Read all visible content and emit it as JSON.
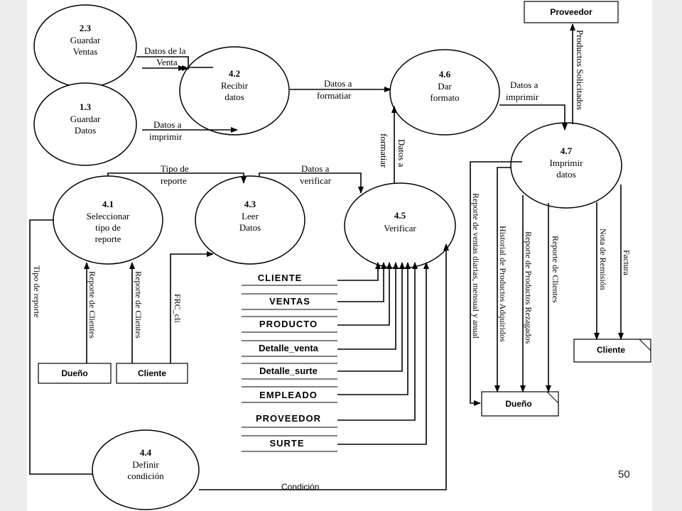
{
  "page_number": "50",
  "processes": [
    {
      "id": "2.3",
      "lines": [
        "Guardar",
        "Ventas"
      ]
    },
    {
      "id": "4.2",
      "lines": [
        "Recibir",
        "datos"
      ]
    },
    {
      "id": "1.3",
      "lines": [
        "Guardar",
        "Datos"
      ]
    },
    {
      "id": "4.6",
      "lines": [
        "Dar",
        "formato"
      ]
    },
    {
      "id": "4.7",
      "lines": [
        "Imprimir",
        "datos"
      ]
    },
    {
      "id": "4.1",
      "lines": [
        "Seleccionar",
        "tipo de",
        "reporte"
      ]
    },
    {
      "id": "4.3",
      "lines": [
        "Leer",
        "Datos"
      ]
    },
    {
      "id": "4.5",
      "lines": [
        "Verificar"
      ]
    },
    {
      "id": "4.4",
      "lines": [
        "Definir",
        "condición"
      ]
    }
  ],
  "externals": {
    "proveedor": "Proveedor",
    "cliente_right": "Cliente",
    "dueno_bottom": "Dueño",
    "dueno_left": "Dueño",
    "cliente_left": "Cliente"
  },
  "stores": [
    "CLIENTE",
    "VENTAS",
    "PRODUCTO",
    "Detalle_venta",
    "Detalle_surte",
    "EMPLEADO",
    "PROVEEDOR",
    "SURTE"
  ],
  "flows": {
    "datos_venta": [
      "Datos de la",
      "Venta"
    ],
    "datos_imprimir_a": [
      "Datos a",
      "imprimir"
    ],
    "datos_formatiar_a": [
      "Datos a",
      "formatiar"
    ],
    "datos_imprimir_b": [
      "Datos a",
      "imprimir"
    ],
    "tipo_reporte_top": [
      "Tipo de",
      "reporte"
    ],
    "datos_verificar": [
      "Datos a",
      "verificar"
    ],
    "datos_formatiar_v": [
      "Datos a",
      "formatiar"
    ],
    "productos_solicitados": "Productos Solicitados",
    "reporte_ventas": "Reporte de ventas diarias, mensual y anual",
    "historial": "Historial de Productos Adquiridos",
    "rezagados": "Reporte de Productos Rezagados",
    "reporte_clientes_r": "Reporte de Clientes",
    "nota_remision": "Nota de Remisión",
    "factura": "Factura",
    "tipo_reporte_left": "Tipo de reporte",
    "reporte_clientes_a": "Reporte de Clientes",
    "reporte_clientes_b": "Reporte de Clientes",
    "frc_cli": "FRC_cli",
    "condicion": "Condición"
  }
}
